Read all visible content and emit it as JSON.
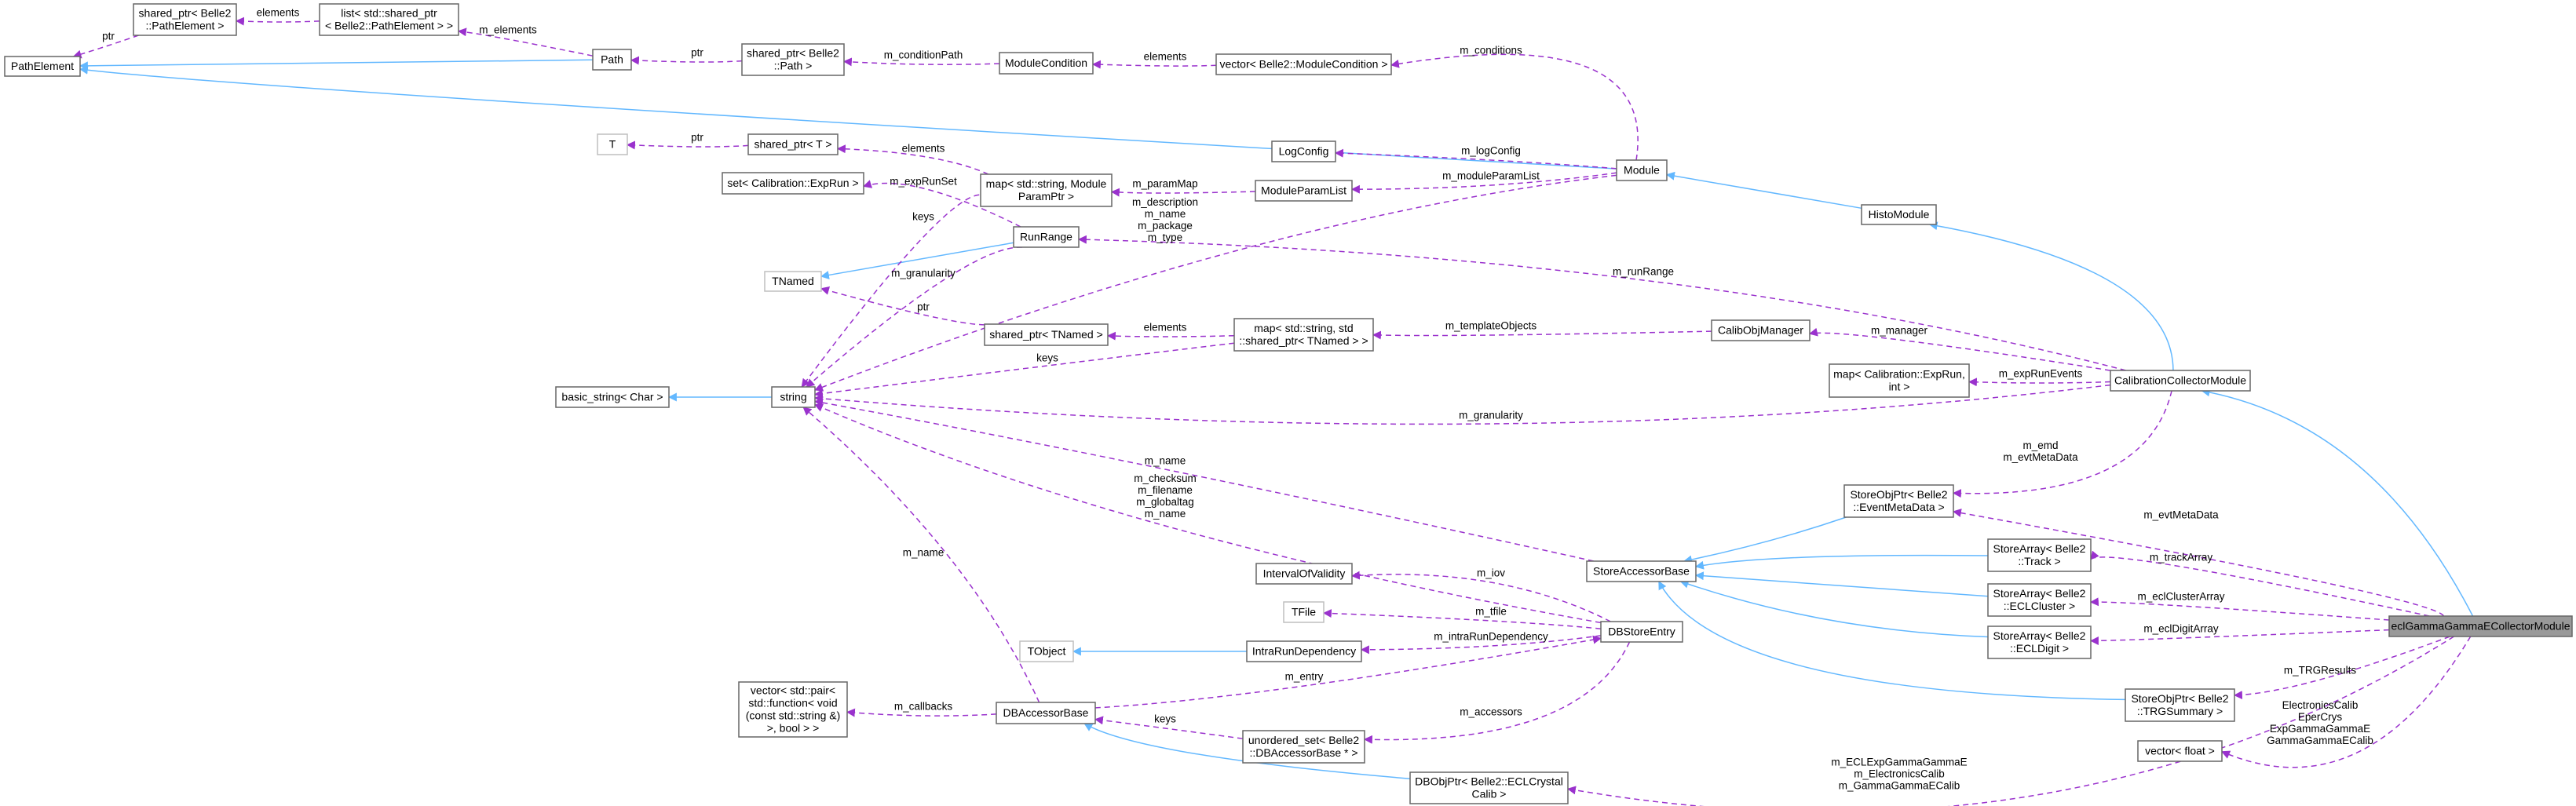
{
  "colors": {
    "inheritance": "#63b8ff",
    "usage": "#9a32cd",
    "highlight_fill": "#999999",
    "node_border": "#666666",
    "external_border": "#bfbfbf"
  },
  "nodes": [
    {
      "id": "sp_pe",
      "lines": [
        "shared_ptr< Belle2",
        "::PathElement >"
      ]
    },
    {
      "id": "list_pe",
      "lines": [
        "list< std::shared_ptr",
        "< Belle2::PathElement > >"
      ]
    },
    {
      "id": "pe",
      "lines": [
        "PathElement"
      ]
    },
    {
      "id": "path",
      "lines": [
        "Path"
      ]
    },
    {
      "id": "sp_path",
      "lines": [
        "shared_ptr< Belle2",
        "::Path >"
      ]
    },
    {
      "id": "mc",
      "lines": [
        "ModuleCondition"
      ]
    },
    {
      "id": "vec_mc",
      "lines": [
        "vector< Belle2::ModuleCondition >"
      ]
    },
    {
      "id": "t",
      "lines": [
        "T"
      ],
      "external": true
    },
    {
      "id": "sp_t",
      "lines": [
        "shared_ptr< T >"
      ]
    },
    {
      "id": "set_er",
      "lines": [
        "set< Calibration::ExpRun >"
      ]
    },
    {
      "id": "logconfig",
      "lines": [
        "LogConfig"
      ]
    },
    {
      "id": "map_mpp",
      "lines": [
        "map< std::string, Module",
        "ParamPtr >"
      ]
    },
    {
      "id": "mpl",
      "lines": [
        "ModuleParamList"
      ]
    },
    {
      "id": "module",
      "lines": [
        "Module"
      ]
    },
    {
      "id": "runrange",
      "lines": [
        "RunRange"
      ]
    },
    {
      "id": "tnamed",
      "lines": [
        "TNamed"
      ],
      "external": true
    },
    {
      "id": "histo",
      "lines": [
        "HistoModule"
      ]
    },
    {
      "id": "sp_tn",
      "lines": [
        "shared_ptr< TNamed >"
      ]
    },
    {
      "id": "map_tn",
      "lines": [
        "map< std::string, std",
        "::shared_ptr< TNamed > >"
      ]
    },
    {
      "id": "com",
      "lines": [
        "CalibObjManager"
      ]
    },
    {
      "id": "map_er_int",
      "lines": [
        "map< Calibration::ExpRun,",
        "int >"
      ]
    },
    {
      "id": "ccm",
      "lines": [
        "CalibrationCollectorModule"
      ]
    },
    {
      "id": "basic_string",
      "lines": [
        "basic_string< Char >"
      ]
    },
    {
      "id": "string",
      "lines": [
        "string"
      ]
    },
    {
      "id": "sop_emd",
      "lines": [
        "StoreObjPtr< Belle2",
        "::EventMetaData >"
      ]
    },
    {
      "id": "sab",
      "lines": [
        "StoreAccessorBase"
      ]
    },
    {
      "id": "sa_track",
      "lines": [
        "StoreArray< Belle2",
        "::Track >"
      ]
    },
    {
      "id": "sa_cluster",
      "lines": [
        "StoreArray< Belle2",
        "::ECLCluster >"
      ]
    },
    {
      "id": "sa_digit",
      "lines": [
        "StoreArray< Belle2",
        "::ECLDigit >"
      ]
    },
    {
      "id": "ecl",
      "lines": [
        "eclGammaGammaECollectorModule"
      ],
      "highlight": true
    },
    {
      "id": "iov",
      "lines": [
        "IntervalOfValidity"
      ]
    },
    {
      "id": "tfile",
      "lines": [
        "TFile"
      ],
      "external": true
    },
    {
      "id": "tobject",
      "lines": [
        "TObject"
      ],
      "external": true
    },
    {
      "id": "ird",
      "lines": [
        "IntraRunDependency"
      ]
    },
    {
      "id": "dbse",
      "lines": [
        "DBStoreEntry"
      ]
    },
    {
      "id": "vec_pair",
      "lines": [
        "vector< std::pair<",
        "std::function< void",
        "(const std::string &)",
        ">, bool > >"
      ]
    },
    {
      "id": "dbab",
      "lines": [
        "DBAccessorBase"
      ]
    },
    {
      "id": "uset",
      "lines": [
        "unordered_set< Belle2",
        "::DBAccessorBase * >"
      ]
    },
    {
      "id": "sop_trg",
      "lines": [
        "StoreObjPtr< Belle2",
        "::TRGSummary >"
      ]
    },
    {
      "id": "vec_float",
      "lines": [
        "vector< float >"
      ]
    },
    {
      "id": "dbobj",
      "lines": [
        "DBObjPtr< Belle2::ECLCrystal",
        "Calib >"
      ]
    }
  ],
  "edges": [
    {
      "from": "path",
      "to": "pe",
      "type": "inheritance",
      "label": []
    },
    {
      "from": "module",
      "to": "pe",
      "type": "inheritance",
      "label": []
    },
    {
      "from": "histo",
      "to": "module",
      "type": "inheritance",
      "label": []
    },
    {
      "from": "ccm",
      "to": "histo",
      "type": "inheritance",
      "label": []
    },
    {
      "from": "ecl",
      "to": "ccm",
      "type": "inheritance",
      "label": []
    },
    {
      "from": "runrange",
      "to": "tnamed",
      "type": "inheritance",
      "label": []
    },
    {
      "from": "string",
      "to": "basic_string",
      "type": "inheritance",
      "label": []
    },
    {
      "from": "ird",
      "to": "tobject",
      "type": "inheritance",
      "label": []
    },
    {
      "from": "sop_emd",
      "to": "sab",
      "type": "inheritance",
      "label": []
    },
    {
      "from": "sa_track",
      "to": "sab",
      "type": "inheritance",
      "label": []
    },
    {
      "from": "sa_cluster",
      "to": "sab",
      "type": "inheritance",
      "label": []
    },
    {
      "from": "sa_digit",
      "to": "sab",
      "type": "inheritance",
      "label": []
    },
    {
      "from": "sop_trg",
      "to": "sab",
      "type": "inheritance",
      "label": []
    },
    {
      "from": "dbobj",
      "to": "dbab",
      "type": "inheritance",
      "label": []
    },
    {
      "from": "sp_pe",
      "to": "pe",
      "type": "usage",
      "label": [
        "ptr"
      ]
    },
    {
      "from": "list_pe",
      "to": "sp_pe",
      "type": "usage",
      "label": [
        "elements"
      ]
    },
    {
      "from": "path",
      "to": "list_pe",
      "type": "usage",
      "label": [
        "m_elements"
      ]
    },
    {
      "from": "sp_path",
      "to": "path",
      "type": "usage",
      "label": [
        "ptr"
      ]
    },
    {
      "from": "mc",
      "to": "sp_path",
      "type": "usage",
      "label": [
        "m_conditionPath"
      ]
    },
    {
      "from": "vec_mc",
      "to": "mc",
      "type": "usage",
      "label": [
        "elements"
      ]
    },
    {
      "from": "module",
      "to": "vec_mc",
      "type": "usage",
      "label": [
        "m_conditions"
      ]
    },
    {
      "from": "sp_t",
      "to": "t",
      "type": "usage",
      "label": [
        "ptr"
      ]
    },
    {
      "from": "map_mpp",
      "to": "sp_t",
      "type": "usage",
      "label": [
        "elements"
      ]
    },
    {
      "from": "runrange",
      "to": "set_er",
      "type": "usage",
      "label": [
        "m_expRunSet"
      ]
    },
    {
      "from": "module",
      "to": "logconfig",
      "type": "usage",
      "label": [
        "m_logConfig"
      ]
    },
    {
      "from": "mpl",
      "to": "map_mpp",
      "type": "usage",
      "label": [
        "m_paramMap"
      ]
    },
    {
      "from": "module",
      "to": "mpl",
      "type": "usage",
      "label": [
        "m_moduleParamList"
      ]
    },
    {
      "from": "map_mpp",
      "to": "string",
      "type": "usage",
      "label": [
        "keys"
      ]
    },
    {
      "from": "module",
      "to": "string",
      "type": "usage",
      "label": [
        "m_description",
        "m_name",
        "m_package",
        "m_type"
      ]
    },
    {
      "from": "runrange",
      "to": "string",
      "type": "usage",
      "label": [
        "m_granularity"
      ]
    },
    {
      "from": "ccm",
      "to": "runrange",
      "type": "usage",
      "label": [
        "m_runRange"
      ]
    },
    {
      "from": "sp_tn",
      "to": "tnamed",
      "type": "usage",
      "label": [
        "ptr"
      ]
    },
    {
      "from": "map_tn",
      "to": "sp_tn",
      "type": "usage",
      "label": [
        "elements"
      ]
    },
    {
      "from": "map_tn",
      "to": "string",
      "type": "usage",
      "label": [
        "keys"
      ]
    },
    {
      "from": "com",
      "to": "map_tn",
      "type": "usage",
      "label": [
        "m_templateObjects"
      ]
    },
    {
      "from": "ccm",
      "to": "com",
      "type": "usage",
      "label": [
        "m_manager"
      ]
    },
    {
      "from": "ccm",
      "to": "map_er_int",
      "type": "usage",
      "label": [
        "m_expRunEvents"
      ]
    },
    {
      "from": "ccm",
      "to": "string",
      "type": "usage",
      "label": [
        "m_granularity"
      ]
    },
    {
      "from": "ccm",
      "to": "sop_emd",
      "type": "usage",
      "label": [
        "m_emd",
        "m_evtMetaData"
      ]
    },
    {
      "from": "sab",
      "to": "string",
      "type": "usage",
      "label": [
        "m_name"
      ]
    },
    {
      "from": "dbse",
      "to": "string",
      "type": "usage",
      "label": [
        "m_checksum",
        "m_filename",
        "m_globaltag",
        "m_name"
      ]
    },
    {
      "from": "dbab",
      "to": "string",
      "type": "usage",
      "label": [
        "m_name"
      ]
    },
    {
      "from": "dbse",
      "to": "iov",
      "type": "usage",
      "label": [
        "m_iov"
      ]
    },
    {
      "from": "dbse",
      "to": "tfile",
      "type": "usage",
      "label": [
        "m_tfile"
      ]
    },
    {
      "from": "dbse",
      "to": "ird",
      "type": "usage",
      "label": [
        "m_intraRunDependency"
      ]
    },
    {
      "from": "dbab",
      "to": "dbse",
      "type": "usage",
      "label": [
        "m_entry"
      ]
    },
    {
      "from": "dbab",
      "to": "vec_pair",
      "type": "usage",
      "label": [
        "m_callbacks"
      ]
    },
    {
      "from": "uset",
      "to": "dbab",
      "type": "usage",
      "label": [
        "keys"
      ]
    },
    {
      "from": "dbse",
      "to": "uset",
      "type": "usage",
      "label": [
        "m_accessors"
      ]
    },
    {
      "from": "ecl",
      "to": "sop_emd",
      "type": "usage",
      "label": [
        "m_evtMetaData"
      ]
    },
    {
      "from": "ecl",
      "to": "sa_track",
      "type": "usage",
      "label": [
        "m_trackArray"
      ]
    },
    {
      "from": "ecl",
      "to": "sa_cluster",
      "type": "usage",
      "label": [
        "m_eclClusterArray"
      ]
    },
    {
      "from": "ecl",
      "to": "sa_digit",
      "type": "usage",
      "label": [
        "m_eclDigitArray"
      ]
    },
    {
      "from": "ecl",
      "to": "sop_trg",
      "type": "usage",
      "label": [
        "m_TRGResults"
      ]
    },
    {
      "from": "ecl",
      "to": "vec_float",
      "type": "usage",
      "label": [
        "ElectronicsCalib",
        "EperCrys",
        "ExpGammaGammaE",
        "GammaGammaECalib"
      ]
    },
    {
      "from": "ecl",
      "to": "dbobj",
      "type": "usage",
      "label": [
        "m_ECLExpGammaGammaE",
        "m_ElectronicsCalib",
        "m_GammaGammaECalib"
      ]
    }
  ]
}
